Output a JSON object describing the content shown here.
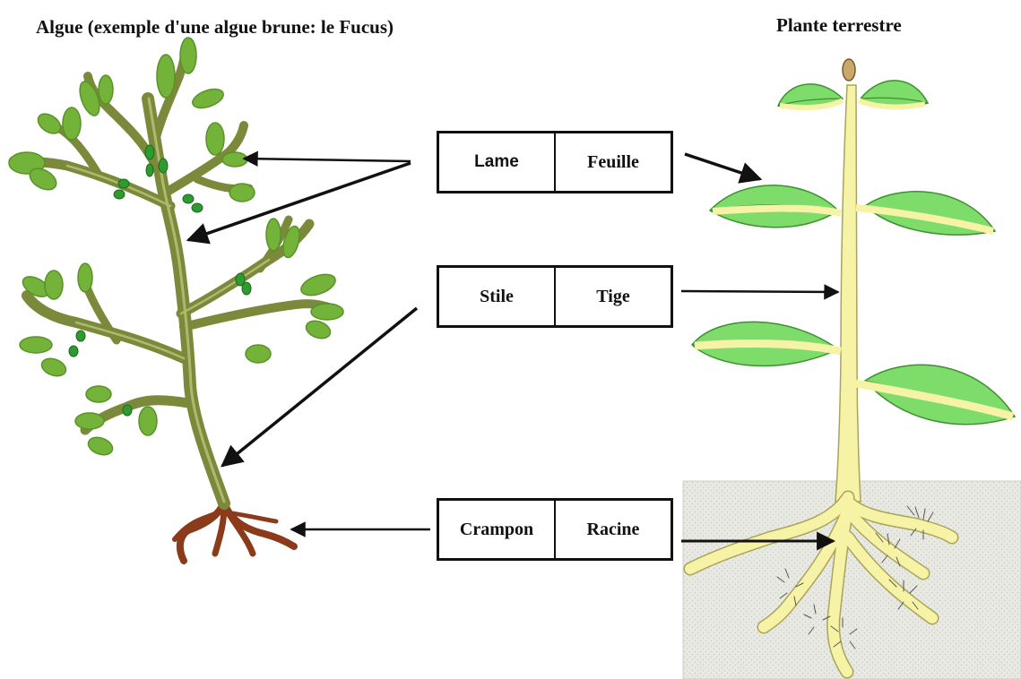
{
  "titles": {
    "algae": "Algue  (exemple d'une algue brune: le Fucus)",
    "plant": "Plante terrestre"
  },
  "correspondences": [
    {
      "algae_term": "Lame",
      "plant_term": "Feuille"
    },
    {
      "algae_term": "Stile",
      "plant_term": "Tige"
    },
    {
      "algae_term": "Crampon",
      "plant_term": "Racine"
    }
  ],
  "colors": {
    "algae_stem": "#7a8a3a",
    "algae_leaf": "#74b33a",
    "algae_vesicle": "#2f9a2f",
    "holdfast": "#8b3a1a",
    "plant_stem": "#f7f3a6",
    "plant_stem_outline": "#a8a55a",
    "plant_leaf": "#7ddc6a",
    "soil": "#e6e6e0",
    "arrow": "#111111"
  }
}
